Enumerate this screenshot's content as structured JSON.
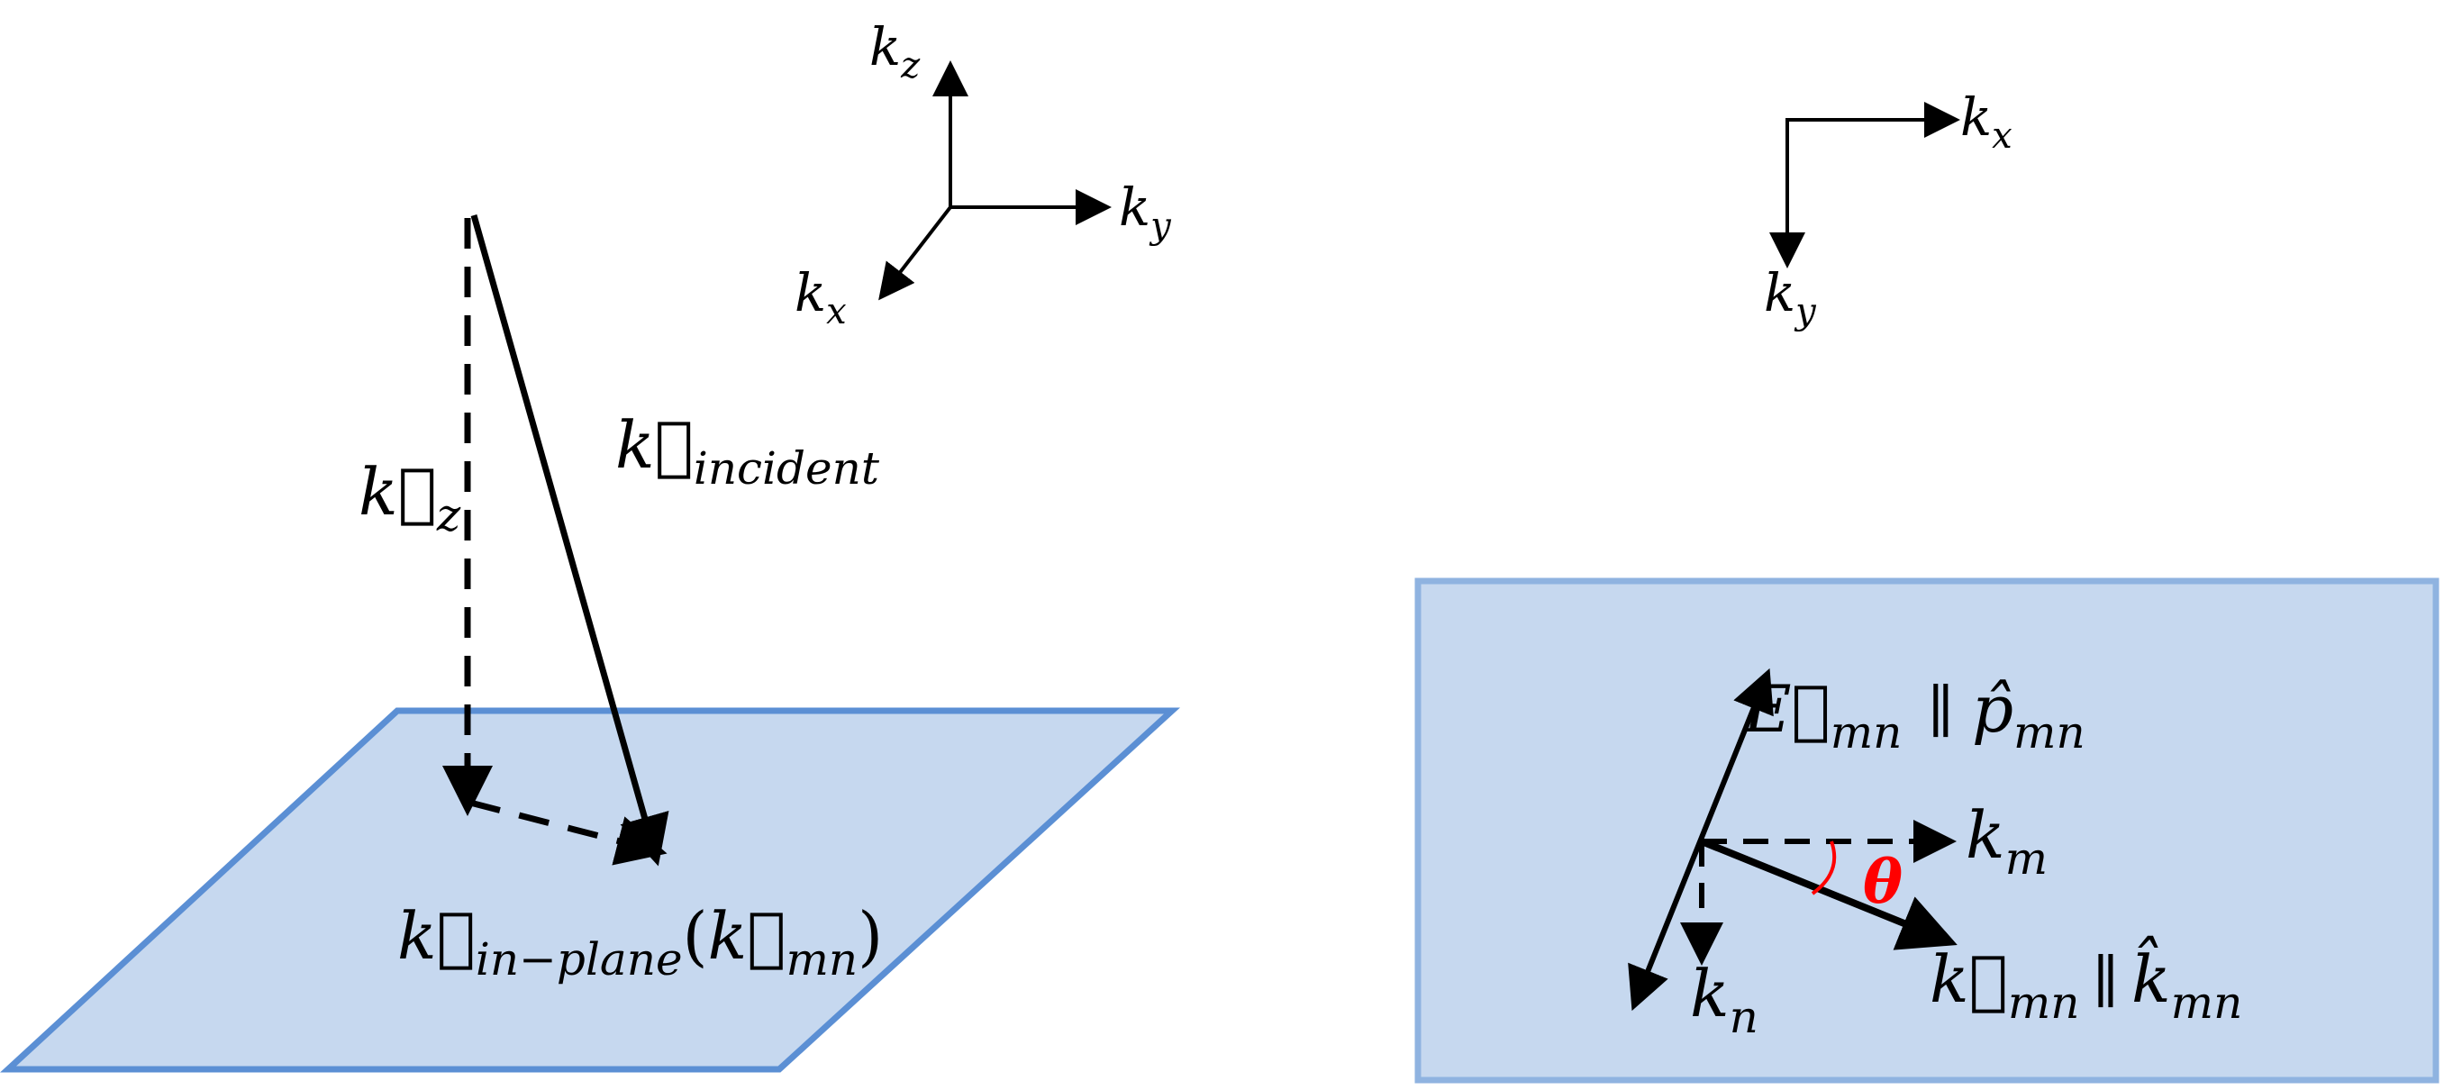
{
  "colors": {
    "plane_fill": "#c6d8ef",
    "plane_stroke": "#5b8fd4",
    "box_stroke": "#8fb3e0",
    "angle": "#ff0000"
  },
  "axes3d": {
    "z": {
      "base": "k",
      "sub": "z"
    },
    "y": {
      "base": "k",
      "sub": "y"
    },
    "x": {
      "base": "k",
      "sub": "x"
    }
  },
  "axes2d": {
    "x": {
      "base": "k",
      "sub": "x"
    },
    "y": {
      "base": "k",
      "sub": "y"
    }
  },
  "left": {
    "kz": {
      "base": "k⃗",
      "sub": "z"
    },
    "incident": {
      "base": "k⃗",
      "sub": "incident"
    },
    "inplane": {
      "base": "k⃗",
      "sub": "in−plane",
      "paren_open": "(",
      "inner": "k⃗",
      "inner_sub": "mn",
      "paren_close": ")"
    }
  },
  "right": {
    "E": {
      "base": "E⃗",
      "sub": "mn",
      "parallel": "∥",
      "p": "p̂",
      "p_sub": "mn"
    },
    "km": {
      "base": "k",
      "sub": "m"
    },
    "kn": {
      "base": "k",
      "sub": "n"
    },
    "kmn": {
      "base": "k⃗",
      "sub": "mn",
      "parallel": "∥",
      "khat": "k̂",
      "khat_sub": "mn"
    },
    "theta": "θ"
  }
}
